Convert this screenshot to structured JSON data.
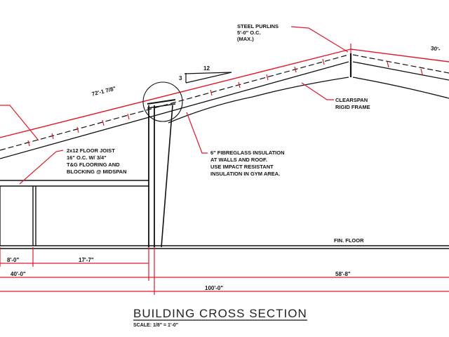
{
  "drawing": {
    "title": "BUILDING CROSS SECTION",
    "scale": "SCALE: 1/8\" = 1'-0\"",
    "colors": {
      "line": "#111111",
      "dimension": "#e0192b",
      "background": "#ffffff"
    },
    "notes": {
      "purlins": [
        "STEEL PURLINS",
        "5'-0\" O.C.",
        "(MAX.)"
      ],
      "frame": [
        "CLEARSPAN",
        "RIGID FRAME"
      ],
      "joist": [
        "2x12 FLOOR JOIST",
        "16\" O.C. W/ 3/4\"",
        "T&G FLOORING AND",
        "BLOCKING @ MIDSPAN"
      ],
      "insulation": [
        "6\" FIBREGLASS INSULATION",
        "AT WALLS AND ROOF.",
        "USE IMPACT RESISTANT",
        "INSULATION IN GYM AREA."
      ],
      "floor": "FIN. FLOOR"
    },
    "roof_pitch": {
      "rise": "3",
      "run": "12"
    },
    "dimensions": {
      "roof_left_slope": "72'-1 7/8\"",
      "roof_right_slope": "30'-",
      "bay_small": "8'-0\"",
      "bay_main": "17'-7\"",
      "left_section": "40'-0\"",
      "right_section": "58'-8\"",
      "overall": "100'-0\""
    }
  }
}
